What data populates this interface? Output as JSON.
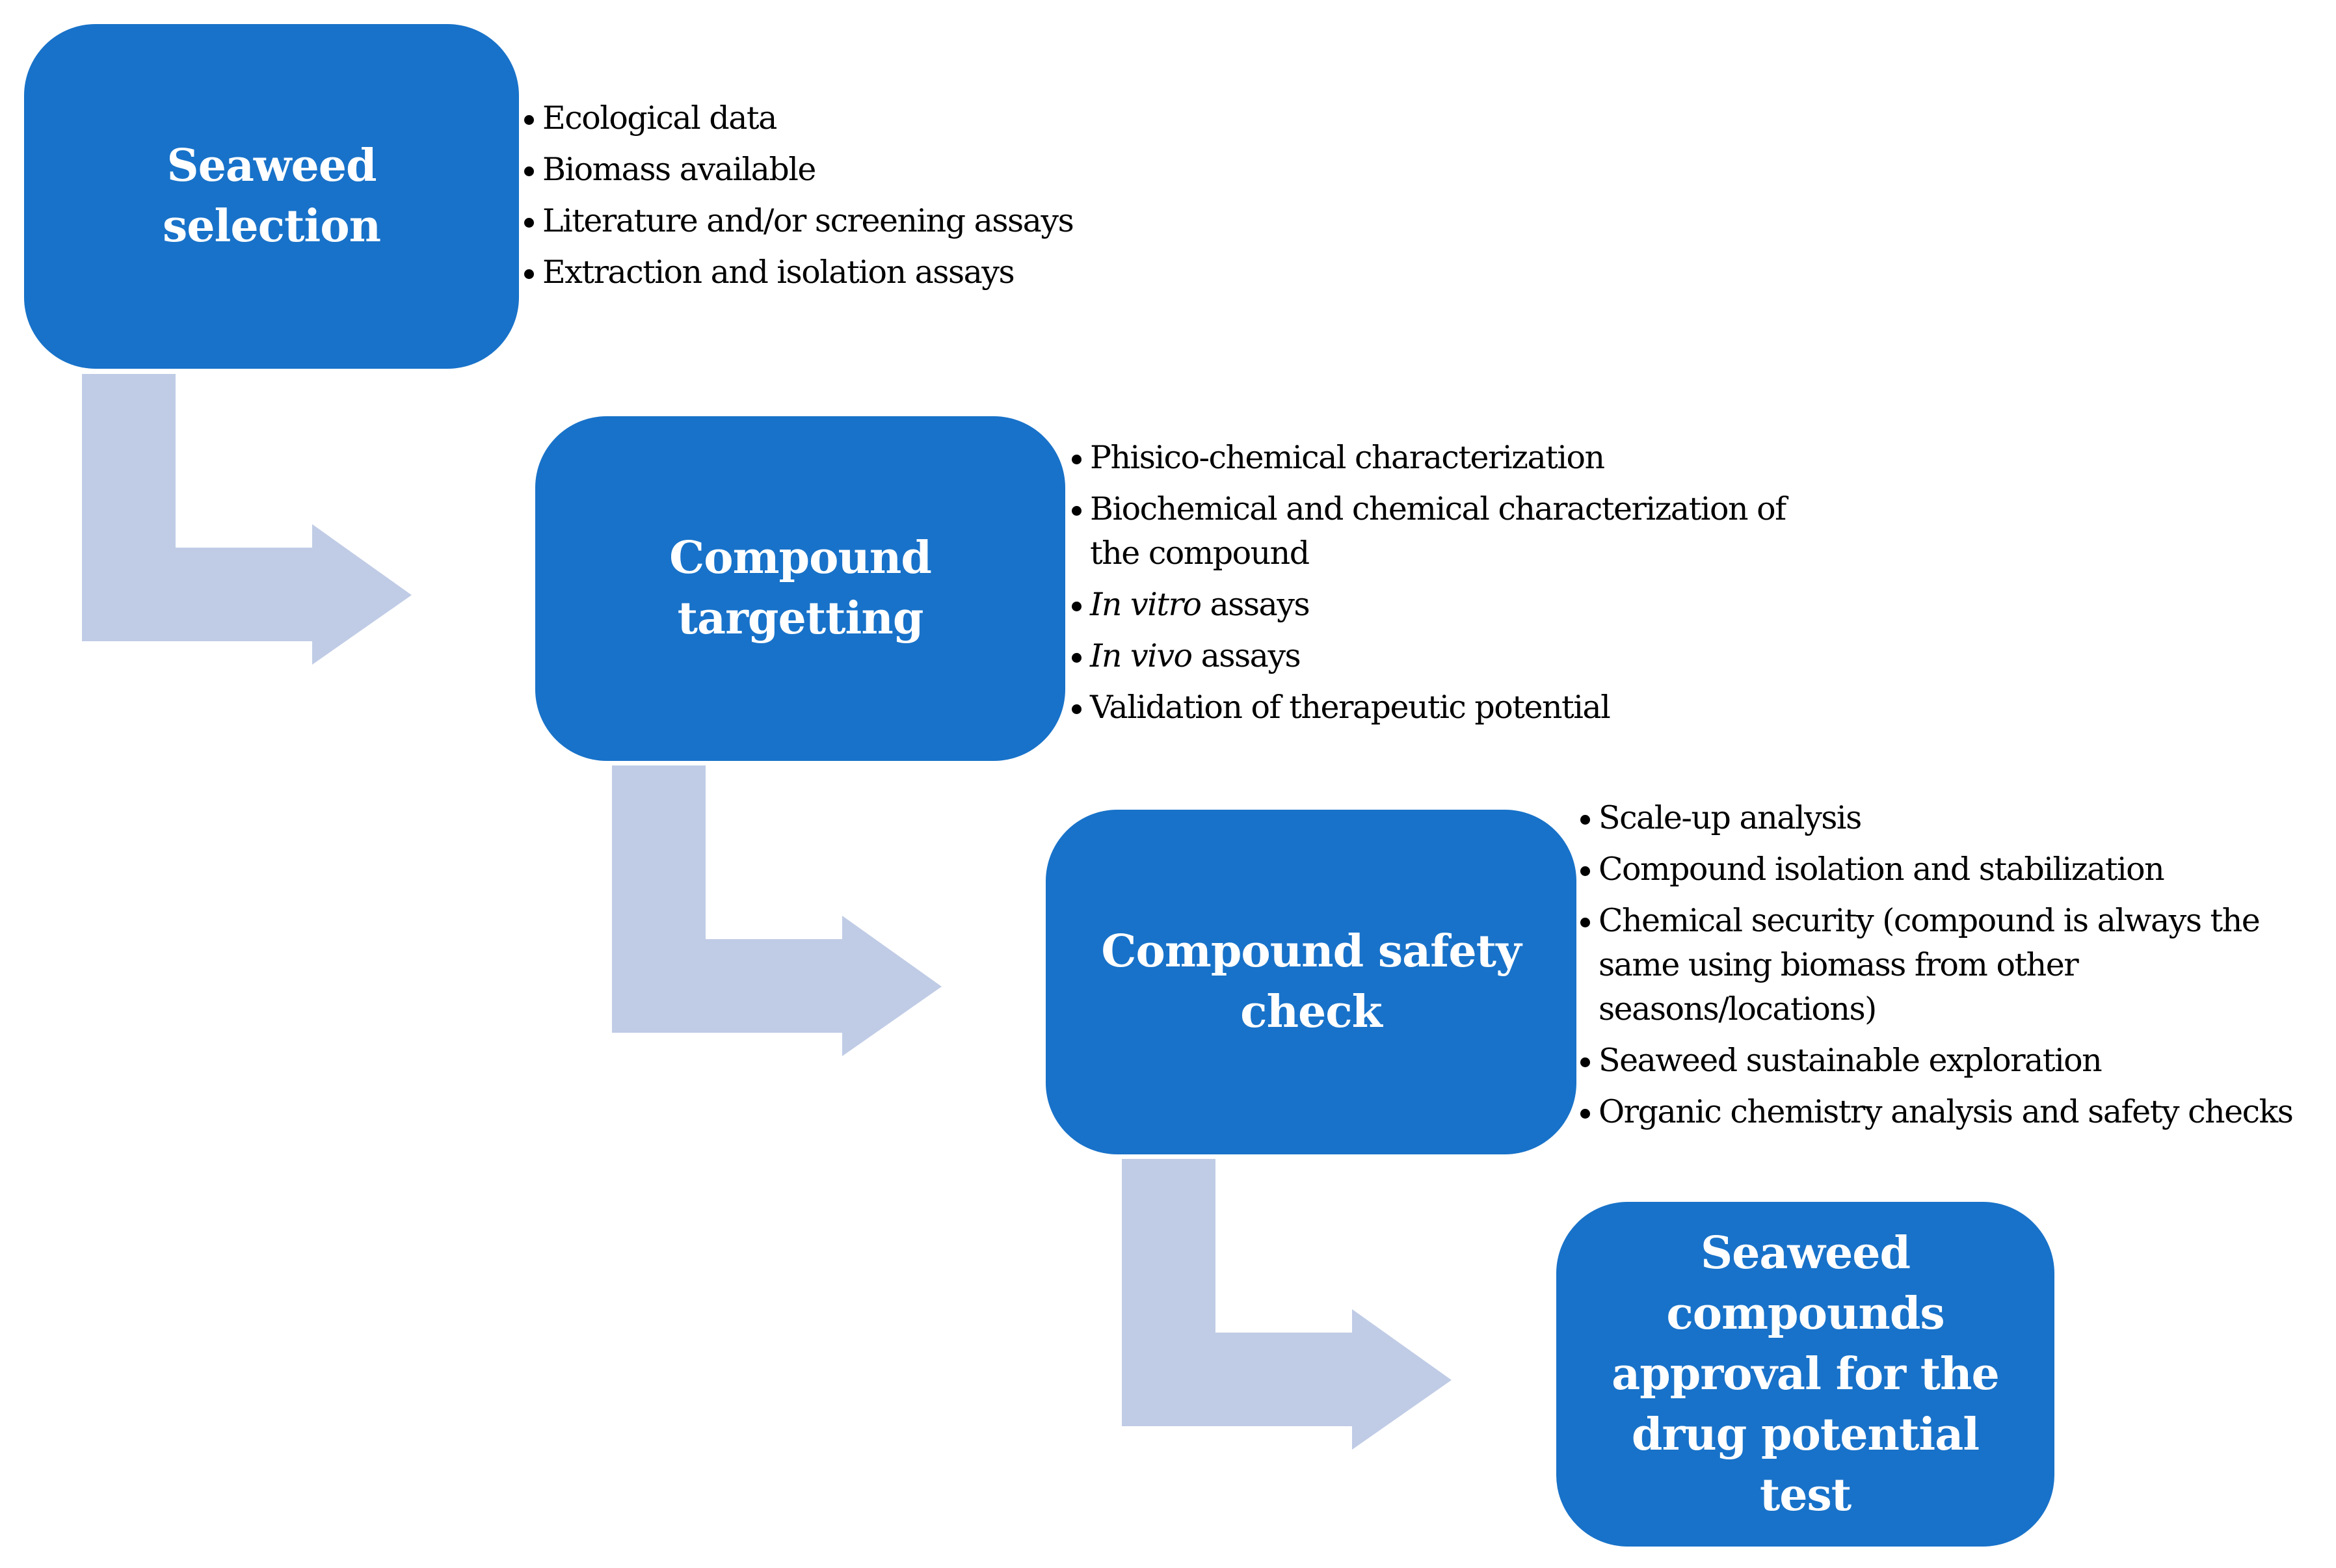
{
  "colors": {
    "box_fill": "#1872C9",
    "box_text": "#ffffff",
    "arrow_fill": "#C0CCE6",
    "bullet_text": "#000000"
  },
  "steps": [
    {
      "title": "Seaweed selection",
      "bullets": [
        {
          "text": "Ecological data"
        },
        {
          "text": "Biomass available"
        },
        {
          "text": "Literature and/or screening assays"
        },
        {
          "text": "Extraction and isolation assays"
        }
      ]
    },
    {
      "title": "Compound targetting",
      "bullets": [
        {
          "text": "Phisico-chemical characterization"
        },
        {
          "text": "Biochemical and chemical characterization of the compound"
        },
        {
          "italic": "In vitro",
          "text": " assays"
        },
        {
          "italic": "In vivo",
          "text": " assays"
        },
        {
          "text": "Validation of therapeutic potential"
        }
      ]
    },
    {
      "title": "Compound safety check",
      "bullets": [
        {
          "text": "Scale-up analysis"
        },
        {
          "text": "Compound isolation and stabilization"
        },
        {
          "text": "Chemical security (compound is always the same using biomass from other seasons/locations)"
        },
        {
          "text": "Seaweed sustainable exploration"
        },
        {
          "text": "Organic chemistry analysis and safety checks"
        }
      ]
    },
    {
      "title": "Seaweed compounds approval for the drug potential test",
      "bullets": []
    }
  ]
}
